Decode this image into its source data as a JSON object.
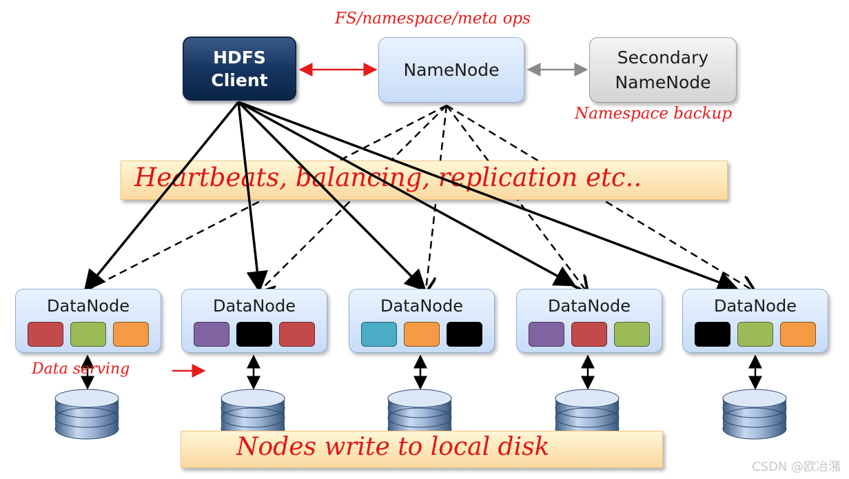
{
  "client": {
    "line1": "HDFS",
    "line2": "Client"
  },
  "namenode": {
    "label": "NameNode"
  },
  "secondary": {
    "line1": "Secondary",
    "line2": "NameNode"
  },
  "annotations": {
    "meta_ops": "FS/namespace/meta ops",
    "namespace_backup": "Namespace backup",
    "data_serving": "Data serving"
  },
  "banners": {
    "heartbeats": "Heartbeats, balancing, replication etc..",
    "local_disk": "Nodes write to local disk"
  },
  "datanodes": [
    {
      "label": "DataNode",
      "blocks": [
        "#c24a4a",
        "#9bbb59",
        "#f59a45"
      ]
    },
    {
      "label": "DataNode",
      "blocks": [
        "#8064a2",
        "#000000",
        "#c24a4a"
      ]
    },
    {
      "label": "DataNode",
      "blocks": [
        "#4bacc6",
        "#f59a45",
        "#000000"
      ]
    },
    {
      "label": "DataNode",
      "blocks": [
        "#8064a2",
        "#c24a4a",
        "#9bbb59"
      ]
    },
    {
      "label": "DataNode",
      "blocks": [
        "#000000",
        "#9bbb59",
        "#f59a45"
      ]
    }
  ],
  "watermark": "CSDN @欧冶潴"
}
